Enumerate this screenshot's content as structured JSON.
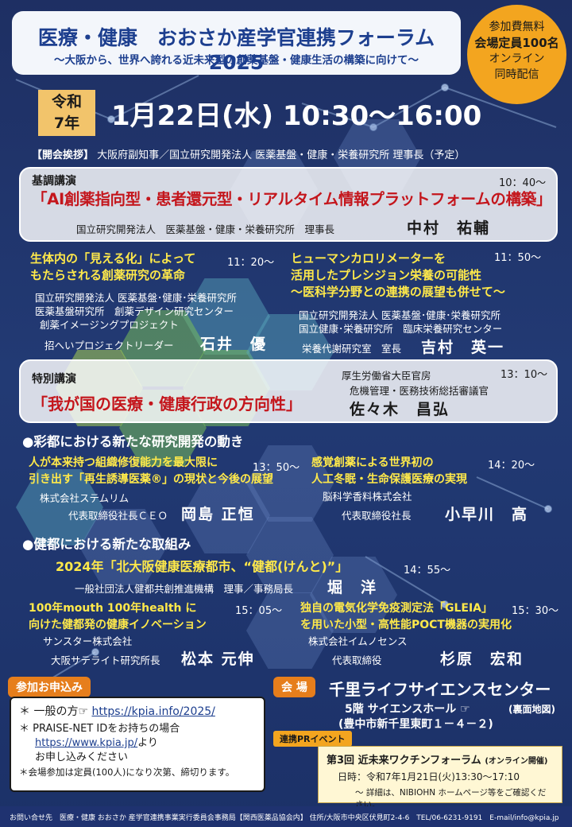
{
  "header": {
    "title": "医療・健康　おおさか産学官連携フォーラム2025",
    "subtitle": "～大阪から、世界へ誇れる近未来型の創薬基盤・健康生活の構築に向けて～"
  },
  "badge": {
    "line1": "参加費無料",
    "line2": "会場定員100名",
    "line3": "オンライン",
    "line4": "同時配信"
  },
  "date": {
    "era": "令和",
    "era_year": "7年",
    "main": "1月22日(水)  10:30～16:00"
  },
  "opening": {
    "label": "【開会挨拶】",
    "text": "大阪府副知事／国立研究開発法人 医薬基盤・健康・栄養研究所 理事長（予定）"
  },
  "keynote": {
    "label": "基調講演",
    "time": "10：40～",
    "title": "「AI創薬指向型・患者還元型・リアルタイム情報プラットフォームの構築」",
    "affiliation": "国立研究開発法人　医薬基盤・健康・栄養研究所　理事長",
    "speaker": "中村　祐輔"
  },
  "talk1": {
    "title_l1": "生体内の「見える化」によって",
    "title_l2": "もたらされる創薬研究の革命",
    "time": "11：20～",
    "aff1": "国立研究開発法人 医薬基盤･健康･栄養研究所",
    "aff2": "医薬基盤研究所　創薬デザイン研究センター",
    "aff3": "創薬イメージングプロジェクト",
    "role": "招へいプロジェクトリーダー",
    "speaker": "石井　優"
  },
  "talk2": {
    "title_l1": "ヒューマンカロリメーターを",
    "title_l2": "活用したプレシジョン栄養の可能性",
    "title_l3": "～医科学分野との連携の展望も併せて～",
    "time": "11：50～",
    "aff1": "国立研究開発法人 医薬基盤･健康･栄養研究所",
    "aff2": "国立健康･栄養研究所　臨床栄養研究センター",
    "role": "栄養代謝研究室　室長",
    "speaker": "吉村　英一"
  },
  "special": {
    "label": "特別講演",
    "time": "13：10～",
    "title": "「我が国の医療・健康行政の方向性」",
    "aff1": "厚生労働省大臣官房",
    "aff2": "危機管理・医務技術総括審議官",
    "speaker": "佐々木　昌弘"
  },
  "section1": {
    "title": "●彩都における新たな研究開発の動き"
  },
  "talk3": {
    "title_l1": "人が本来持つ組織修復能力を最大限に",
    "title_l2": "引き出す「再生誘導医薬®」の現状と今後の展望",
    "time": "13：50～",
    "aff1": "株式会社ステムリム",
    "role": "代表取締役社長ＣＥＯ",
    "speaker": "岡島 正恒"
  },
  "talk4": {
    "title_l1": "感覚創薬による世界初の",
    "title_l2": "人工冬眠・生命保護医療の実現",
    "time": "14：20～",
    "aff1": "脳科学香料株式会社",
    "role": "代表取締役社長",
    "speaker": "小早川　高"
  },
  "section2": {
    "title": "●健都における新たな取組み"
  },
  "talk5": {
    "title": "2024年「北大阪健康医療都市、“健都(けんと)”」",
    "time": "14：55～",
    "aff1": "一般社団法人健都共創推進機構　理事／事務局長",
    "speaker": "堀　洋"
  },
  "talk6": {
    "title_l1": "100年mouth 100年health に",
    "title_l2": "向けた健都発の健康イノベーション",
    "time": "15：05～",
    "aff1": "サンスター株式会社",
    "role": "大阪サテライト研究所長",
    "speaker": "松本 元伸"
  },
  "talk7": {
    "title_l1": "独自の電気化学免疫測定法「GLEIA」",
    "title_l2": "を用いた小型・高性能POCT機器の実用化",
    "time": "15：30～",
    "aff1": "株式会社イムノセンス",
    "role": "代表取締役",
    "speaker": "杉原　宏和"
  },
  "apply": {
    "label": "参加お申込み",
    "general": "＊ 一般の方☞",
    "general_url": "https://kpia.info/2025/",
    "praise": "＊ PRAISE-NET IDをお持ちの場合",
    "praise_url": "https://www.kpia.jp/",
    "praise_suffix": "より",
    "praise_end": "お申し込みください",
    "note": "＊会場参加は定員(100人)になり次第、締切ります。"
  },
  "venue": {
    "label": "会 場",
    "name": "千里ライフサイエンスセンター",
    "hall": "5階 サイエンスホール ☞",
    "map": "(裏面地図)",
    "address": "(豊中市新千里東町１－４－２)"
  },
  "pr": {
    "label": "連携PRイベント",
    "title": "第3回 近未来ワクチンフォーラム",
    "title_note": "(オンライン開催)",
    "datetime": "日時：令和7年1月21日(火)13:30～17:10",
    "note": "～ 詳細は、NIBIOHN ホームページ等をご確認ください。"
  },
  "footer": {
    "text": "お問い合せ先　医療・健康 おおさか 産学官連携事業実行委員会事務局【関西医薬品協会内】 住所/大阪市中央区伏見町2-4-6　TEL/06-6231-9191　E-mail/info@kpia.jp"
  }
}
